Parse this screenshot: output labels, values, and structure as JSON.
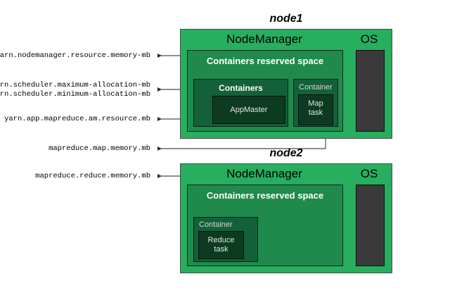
{
  "diagram": {
    "title_hidden": "",
    "nodes": [
      {
        "id": "node1",
        "title": "node1",
        "nodemanager_label": "NodeManager",
        "os_label": "OS",
        "reserved_label": "Containers reserved space",
        "groups": [
          {
            "label": "Containers",
            "tasks": [
              {
                "label": "AppMaster"
              }
            ]
          },
          {
            "label": "Container",
            "tasks": [
              {
                "label": "Map\ntask",
                "line1": "Map",
                "line2": "task"
              }
            ]
          }
        ]
      },
      {
        "id": "node2",
        "title": "node2",
        "nodemanager_label": "NodeManager",
        "os_label": "OS",
        "reserved_label": "Containers reserved space",
        "groups": [
          {
            "label": "Container",
            "tasks": [
              {
                "label": "Reduce\ntask",
                "line1": "Reduce",
                "line2": "task"
              }
            ]
          }
        ]
      }
    ],
    "properties": [
      {
        "id": "p1",
        "text": "yarn.nodemanager.resource.memory-mb"
      },
      {
        "id": "p2a",
        "text": "yarn.scheduler.maximum-allocation-mb"
      },
      {
        "id": "p2b",
        "text": "yarn.scheduler.minimum-allocation-mb"
      },
      {
        "id": "p3",
        "text": "yarn.app.mapreduce.am.resource.mb"
      },
      {
        "id": "p4",
        "text": "mapreduce.map.memory.mb"
      },
      {
        "id": "p5",
        "text": "mapreduce.reduce.memory.mb"
      }
    ],
    "colors": {
      "node_fill": "#27ae5f",
      "reserved_fill": "#1f8a4c",
      "containers_fill": "#14603a",
      "task_fill": "#0d3b22",
      "os_fill": "#3a3a3a",
      "connector": "#3f3f3f",
      "background": "#ffffff"
    }
  }
}
